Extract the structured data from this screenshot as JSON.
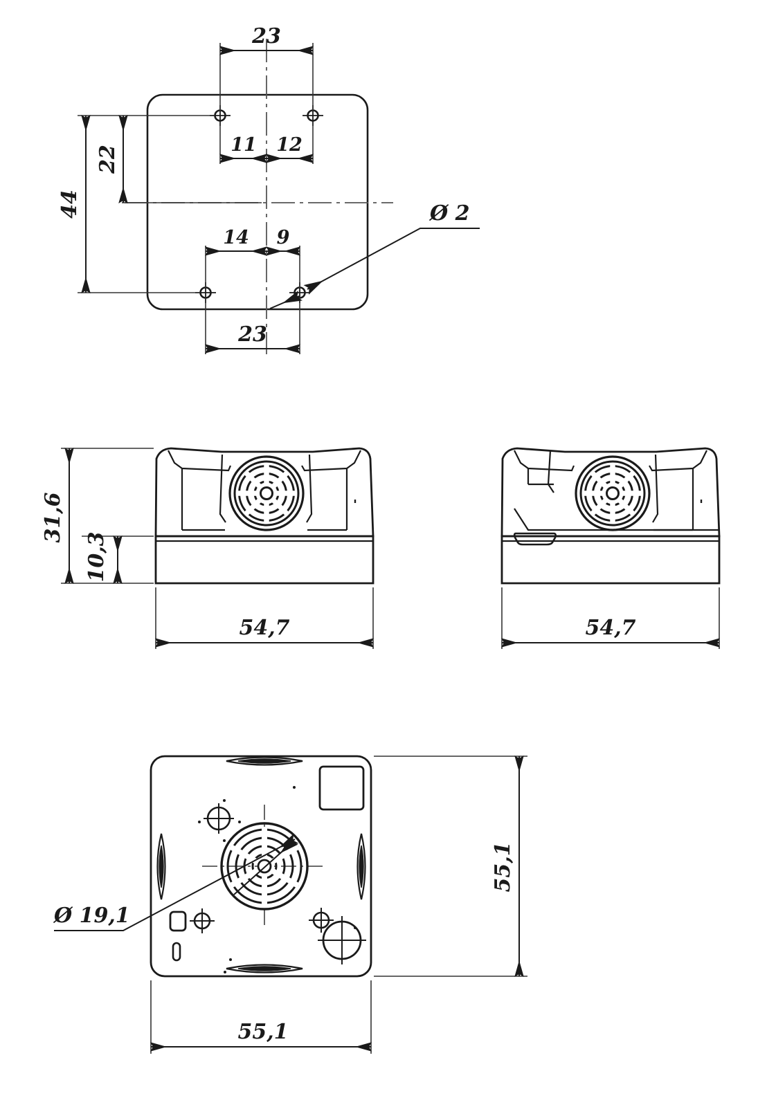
{
  "drawing": {
    "title": "Mechanical outline drawing - compact sensor housing",
    "units": "mm",
    "line_color": "#1a1a1a",
    "dim_color": "#333333",
    "center_color": "#444444",
    "background": "#ffffff"
  },
  "views": {
    "top": {
      "name": "top-mounting-plate-view",
      "dimensions": {
        "top_span": "23",
        "bottom_span": "23",
        "left_offset_top": "11",
        "right_offset_top": "12",
        "left_offset_bottom": "14",
        "right_offset_bottom": "9",
        "height_overall": "44",
        "height_inner": "22",
        "hole_callout": "Ø 2"
      }
    },
    "front": {
      "name": "front-elevation-view",
      "dimensions": {
        "height_overall": "31,6",
        "height_base": "10,3",
        "width": "54,7"
      }
    },
    "side": {
      "name": "side-elevation-view",
      "dimensions": {
        "width": "54,7"
      }
    },
    "bottom": {
      "name": "bottom-plan-view",
      "dimensions": {
        "height": "55,1",
        "width": "55,1",
        "grille_callout": "Ø 19,1"
      }
    }
  },
  "symbols": {
    "diameter": "Ø"
  }
}
